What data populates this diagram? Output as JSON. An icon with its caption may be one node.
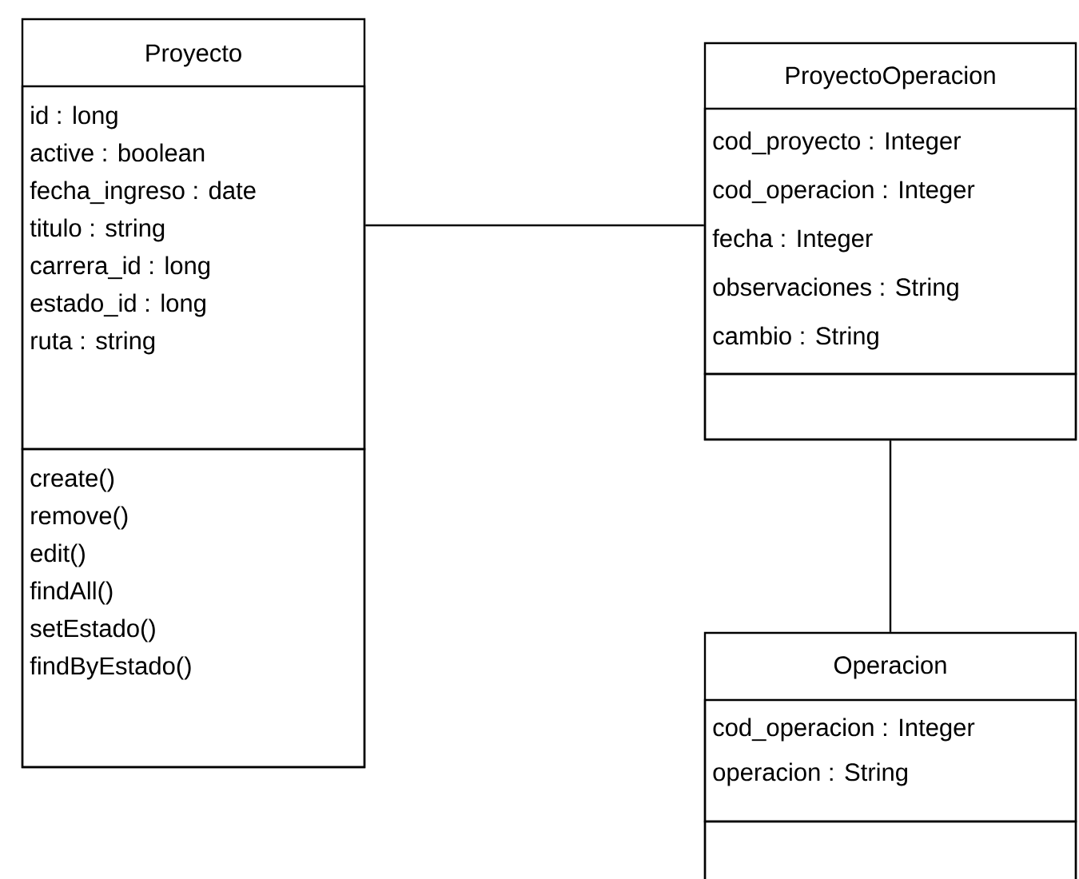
{
  "diagram": {
    "nodes": [
      {
        "text": [
          "Proyecto"
        ]
      },
      {
        "text": [
          "id : long",
          "active : boolean",
          "fecha_ingreso : date",
          "titulo : string",
          "carrera_id : long",
          "estado_id : long",
          "ruta : string"
        ],
        "in": 0
      },
      {
        "text": [
          "create()",
          "remove()",
          "edit()",
          "findAll()",
          "setEstado()",
          "findByEstado()"
        ],
        "in": 0
      },
      {
        "text": [
          "ProyectoOperacion"
        ]
      },
      {
        "text": [
          "cod_proyecto : Integer",
          "cod_operacion : Integer",
          "fecha : Integer",
          "observaciones : String",
          "cambio : String"
        ],
        "in": 3
      },
      {
        "text": [],
        "shape": "box",
        "in": 3
      },
      {
        "text": [
          "Operacion"
        ]
      },
      {
        "text": [
          "cod_operacion : Integer",
          "operacion : String"
        ],
        "in": 6
      },
      {
        "text": [],
        "shape": "box",
        "in": 6
      }
    ],
    "edges": [
      {
        "from": 0,
        "to": 3,
        "arrow": "none"
      },
      {
        "from": 3,
        "to": 6,
        "arrow": "none"
      }
    ]
  }
}
